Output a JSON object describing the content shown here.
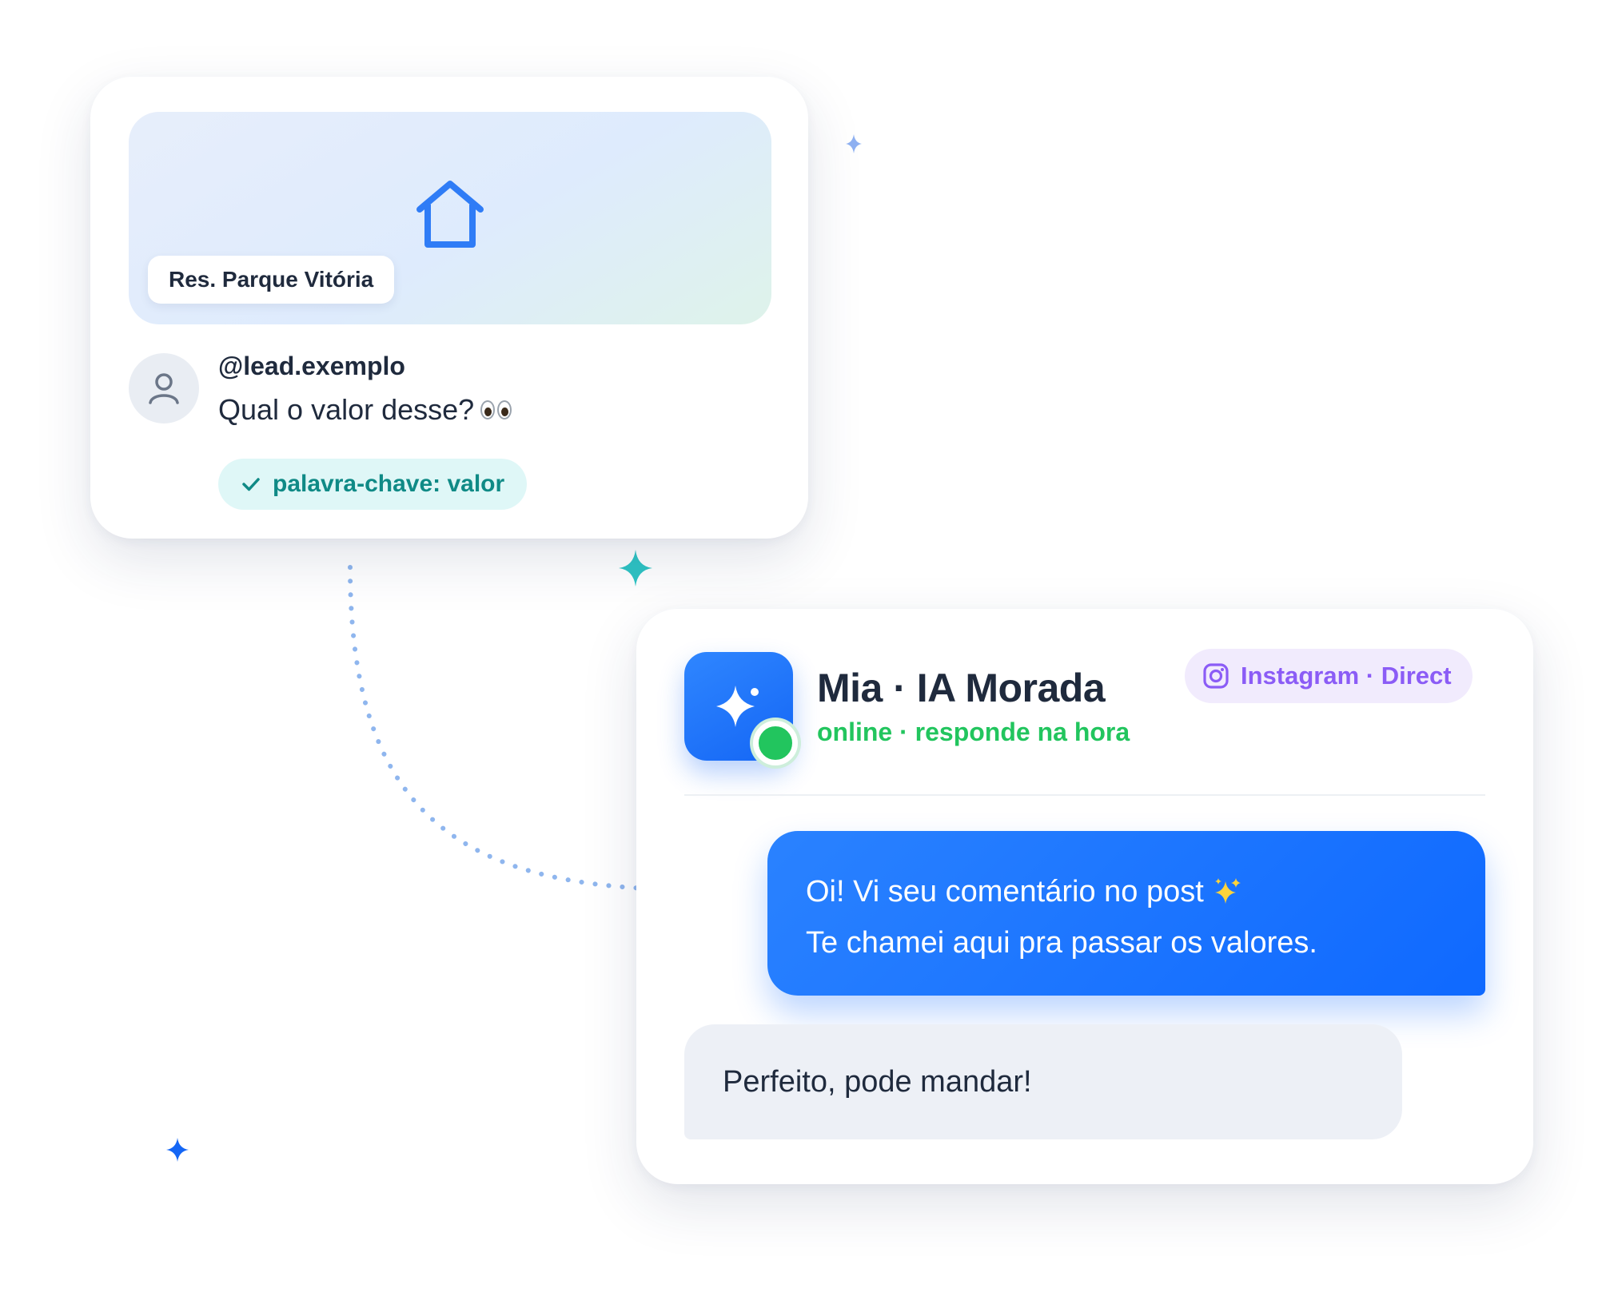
{
  "post": {
    "property_tag": "Res. Parque Vitória",
    "username": "@lead.exemplo",
    "comment": "Qual o valor desse?",
    "keyword_pill": "palavra-chave: valor"
  },
  "chat": {
    "bot_name": "Mia · IA Morada",
    "bot_status": "online · responde na hora",
    "channel": "Instagram · Direct",
    "messages": [
      {
        "direction": "outgoing",
        "lines": [
          "Oi! Vi seu comentário no post",
          "Te chamei aqui pra passar os valores."
        ]
      },
      {
        "direction": "incoming",
        "text": "Perfeito, pode mandar!"
      }
    ]
  },
  "colors": {
    "accent_blue": "#1466f5",
    "online_green": "#22c55e",
    "instagram_purple": "#8b5cf6",
    "keyword_teal": "#0f8a86"
  },
  "icons": [
    "house-icon",
    "user-icon",
    "eyes-emoji-icon",
    "check-icon",
    "sparkle-icon",
    "instagram-icon",
    "sparkles-emoji-icon",
    "dotted-arrow-icon"
  ]
}
